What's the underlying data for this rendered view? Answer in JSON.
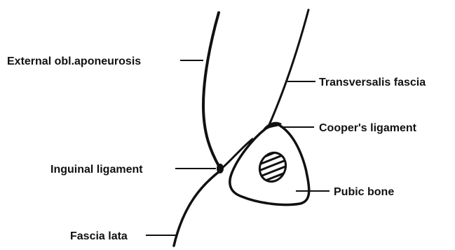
{
  "labels": {
    "external_oblique": "External obl.aponeurosis",
    "transversalis": "Transversalis fascia",
    "coopers": "Cooper's ligament",
    "inguinal": "Inguinal ligament",
    "pubic_bone": "Pubic bone",
    "fascia_lata": "Fascia lata"
  },
  "colors": {
    "ink": "#111111",
    "background": "#ffffff"
  }
}
